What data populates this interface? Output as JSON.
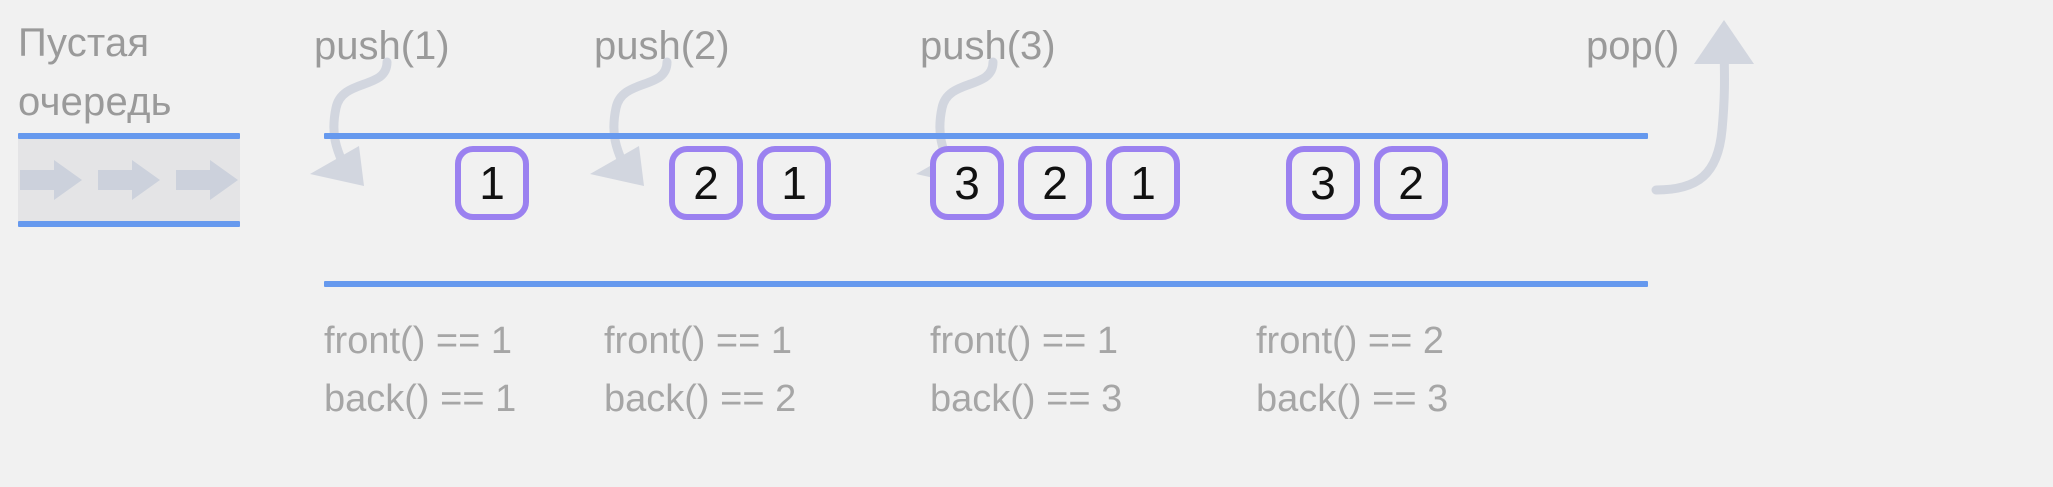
{
  "diagram": {
    "title_internal": "queue-operations-diagram",
    "colors": {
      "background": "#f1f1f1",
      "rail_blue": "#6699ee",
      "cell_border_purple": "#9b81f0",
      "label_gray": "#9a9a9a",
      "caption_gray": "#a6a6a6",
      "arrow_gray": "#d2d6df",
      "empty_fill": "#e4e4e6",
      "empty_arrow": "#ccd1dc",
      "value_text": "#111111"
    }
  },
  "empty_queue": {
    "label": "Пустая\nочередь",
    "arrow_icon_count": 3,
    "arrow_icon_name": "right-arrow-icon"
  },
  "steps": [
    {
      "id": "push-1",
      "op_label": "push(1)",
      "arrow_direction": "in",
      "cells": [
        "1"
      ],
      "caption": "front() == 1\nback() == 1",
      "front": "1",
      "back": "1"
    },
    {
      "id": "push-2",
      "op_label": "push(2)",
      "arrow_direction": "in",
      "cells": [
        "2",
        "1"
      ],
      "caption": "front() == 1\nback() == 2",
      "front": "1",
      "back": "2"
    },
    {
      "id": "push-3",
      "op_label": "push(3)",
      "arrow_direction": "in",
      "cells": [
        "3",
        "2",
        "1"
      ],
      "caption": "front() == 1\nback() == 3",
      "front": "1",
      "back": "3"
    },
    {
      "id": "pop",
      "op_label": "pop()",
      "arrow_direction": "out",
      "cells": [
        "3",
        "2"
      ],
      "caption": "front() == 2\nback() == 3",
      "front": "2",
      "back": "3"
    }
  ]
}
